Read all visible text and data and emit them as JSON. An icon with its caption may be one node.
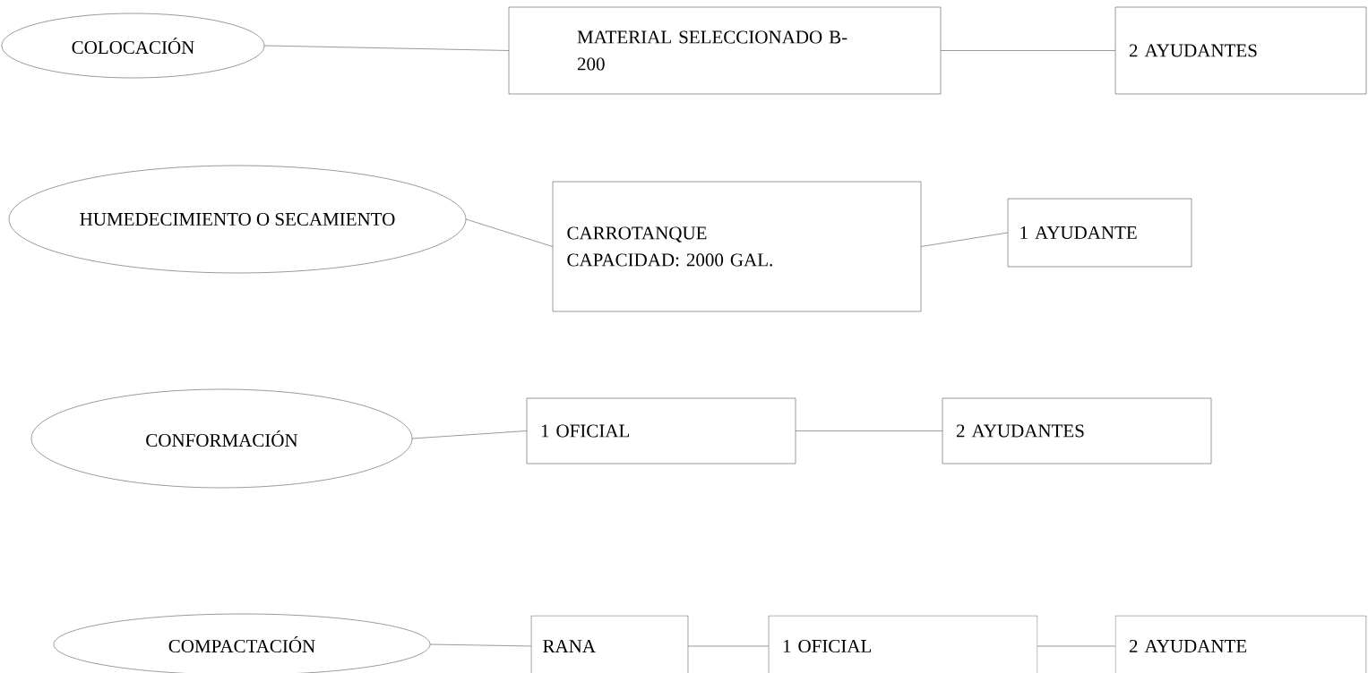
{
  "diagram": {
    "nodes": [
      {
        "text": [
          "COLOCACIÓN"
        ]
      },
      {
        "text": [
          "MATERIAL SELECCIONADO B-200"
        ]
      },
      {
        "text": [
          "2 AYUDANTES"
        ]
      },
      {
        "text": [
          "HUMEDECIMIENTO O SECAMIENTO"
        ]
      },
      {
        "text": [
          "CARROTANQUE",
          "CAPACIDAD: 2000 GAL."
        ]
      },
      {
        "text": [
          "1 AYUDANTE"
        ]
      },
      {
        "text": [
          "CONFORMACIÓN"
        ]
      },
      {
        "text": [
          "1 OFICIAL"
        ]
      },
      {
        "text": [
          "2 AYUDANTES"
        ]
      },
      {
        "text": [
          "COMPACTACIÓN"
        ]
      },
      {
        "text": [
          "RANA"
        ]
      },
      {
        "text": [
          "1 OFICIAL"
        ]
      },
      {
        "text": [
          "2 AYUDANTE"
        ]
      }
    ],
    "edges": [
      {
        "from": 0,
        "to": 1,
        "arrow": "none"
      },
      {
        "from": 1,
        "to": 2,
        "arrow": "none"
      },
      {
        "from": 3,
        "to": 4,
        "arrow": "none"
      },
      {
        "from": 4,
        "to": 5,
        "arrow": "none"
      },
      {
        "from": 6,
        "to": 7,
        "arrow": "none"
      },
      {
        "from": 7,
        "to": 8,
        "arrow": "none"
      },
      {
        "from": 9,
        "to": 10,
        "arrow": "none"
      },
      {
        "from": 10,
        "to": 11,
        "arrow": "none"
      },
      {
        "from": 11,
        "to": 12,
        "arrow": "none"
      }
    ]
  }
}
